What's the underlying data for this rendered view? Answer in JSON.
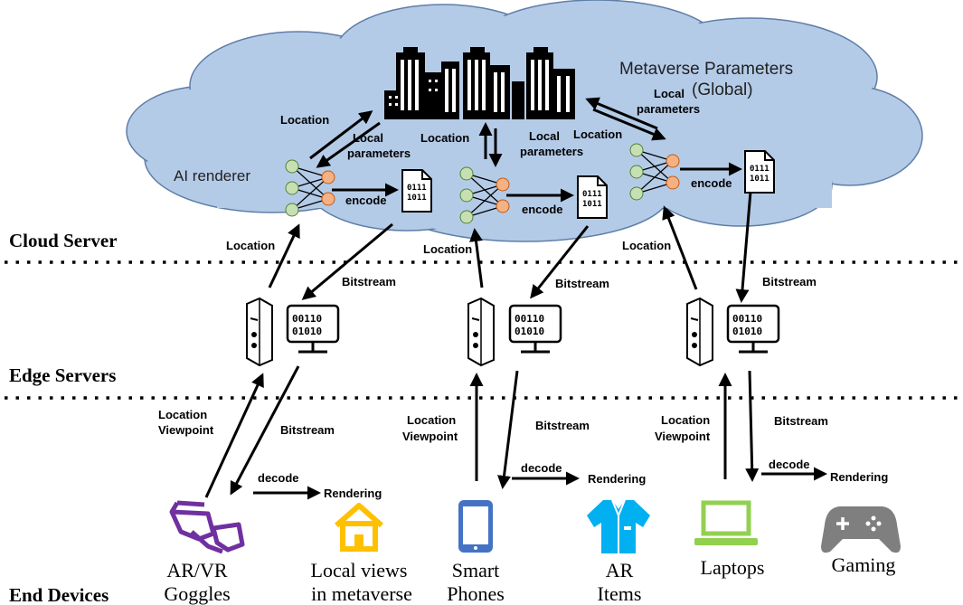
{
  "cloud": {
    "title_line1": "Metaverse Parameters",
    "title_line2": "(Global)",
    "renderer_label": "AI renderer",
    "location": "Location",
    "local_params_line1": "Local",
    "local_params_line2": "parameters",
    "encode": "encode",
    "bits_top": "0111",
    "bits_bottom": "1011",
    "color": "#b4cbe8"
  },
  "tiers": {
    "cloud": "Cloud Server",
    "edge": "Edge Servers",
    "end": "End Devices"
  },
  "edge": {
    "location": "Location",
    "bitstream": "Bitstream",
    "bits_top": "00110",
    "bits_bottom": "01010"
  },
  "end": {
    "location": "Location",
    "viewpoint": "Viewpoint",
    "bitstream": "Bitstream",
    "decode": "decode",
    "rendering": "Rendering"
  },
  "devices": {
    "ar_vr_line1": "AR/VR",
    "ar_vr_line2": "Goggles",
    "local_views_line1": "Local views",
    "local_views_line2": "in metaverse",
    "smart_line1": "Smart",
    "smart_line2": "Phones",
    "ar_items_line1": "AR",
    "ar_items_line2": "Items",
    "laptops": "Laptops",
    "gaming": "Gaming"
  },
  "icon_names": [
    "city-icon",
    "neural-network-icon",
    "binary-file-icon",
    "server-tower-icon",
    "monitor-icon",
    "vr-goggles-icon",
    "house-icon",
    "smartphone-icon",
    "shirt-icon",
    "laptop-icon",
    "gamepad-icon"
  ],
  "colors": {
    "cloud_fill": "#b4cbe8",
    "node_green": "#c6e0b4",
    "node_orange": "#f4b183",
    "goggles": "#7030a0",
    "house": "#ffc000",
    "phone": "#4472c4",
    "shirt": "#00b0f0",
    "laptop": "#92d050",
    "gamepad": "#7f7f7f"
  }
}
